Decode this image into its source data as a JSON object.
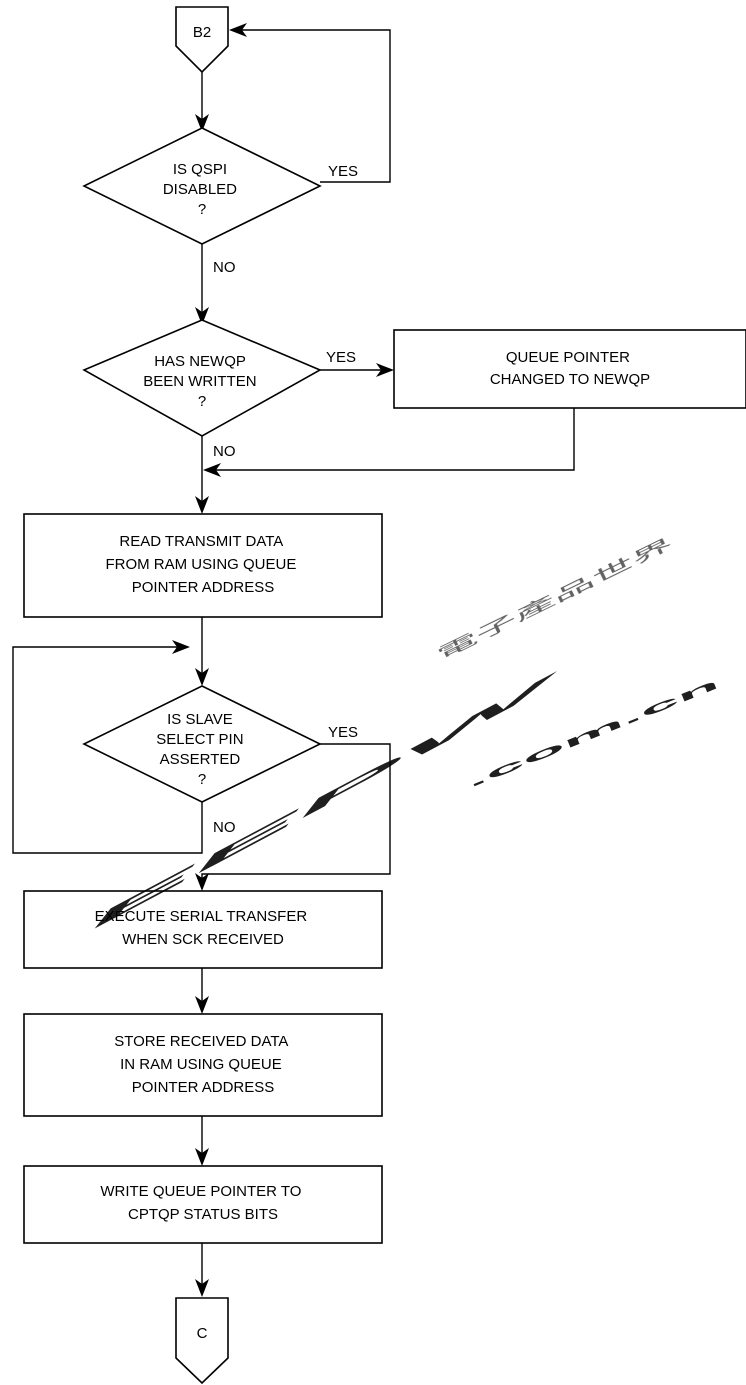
{
  "connectors": {
    "start": "B2",
    "end": "C"
  },
  "decisions": {
    "qspi_disabled": [
      "IS QSPI",
      "DISABLED",
      "?"
    ],
    "newqp_written": [
      "HAS NEWQP",
      "BEEN WRITTEN",
      "?"
    ],
    "slave_select": [
      "IS SLAVE",
      "SELECT PIN",
      "ASSERTED",
      "?"
    ]
  },
  "processes": {
    "queue_pointer_changed": [
      "QUEUE POINTER",
      "CHANGED TO NEWQP"
    ],
    "read_transmit": [
      "READ TRANSMIT DATA",
      "FROM RAM USING QUEUE",
      "POINTER ADDRESS"
    ],
    "execute_transfer": [
      "EXECUTE SERIAL TRANSFER",
      "WHEN SCK RECEIVED"
    ],
    "store_received": [
      "STORE RECEIVED DATA",
      "IN RAM  USING QUEUE",
      "POINTER ADDRESS"
    ],
    "write_queue_pointer": [
      "WRITE QUEUE POINTER TO",
      "CPTQP STATUS BITS"
    ]
  },
  "edge_labels": {
    "qspi_yes": "YES",
    "qspi_no": "NO",
    "newqp_yes": "YES",
    "newqp_no": "NO",
    "slave_yes": "YES",
    "slave_no": "NO"
  },
  "watermark": {
    "logo": "EEPW",
    "domain": ".com.cn",
    "chinese": "電子產品世界",
    "color": "#e01010"
  }
}
